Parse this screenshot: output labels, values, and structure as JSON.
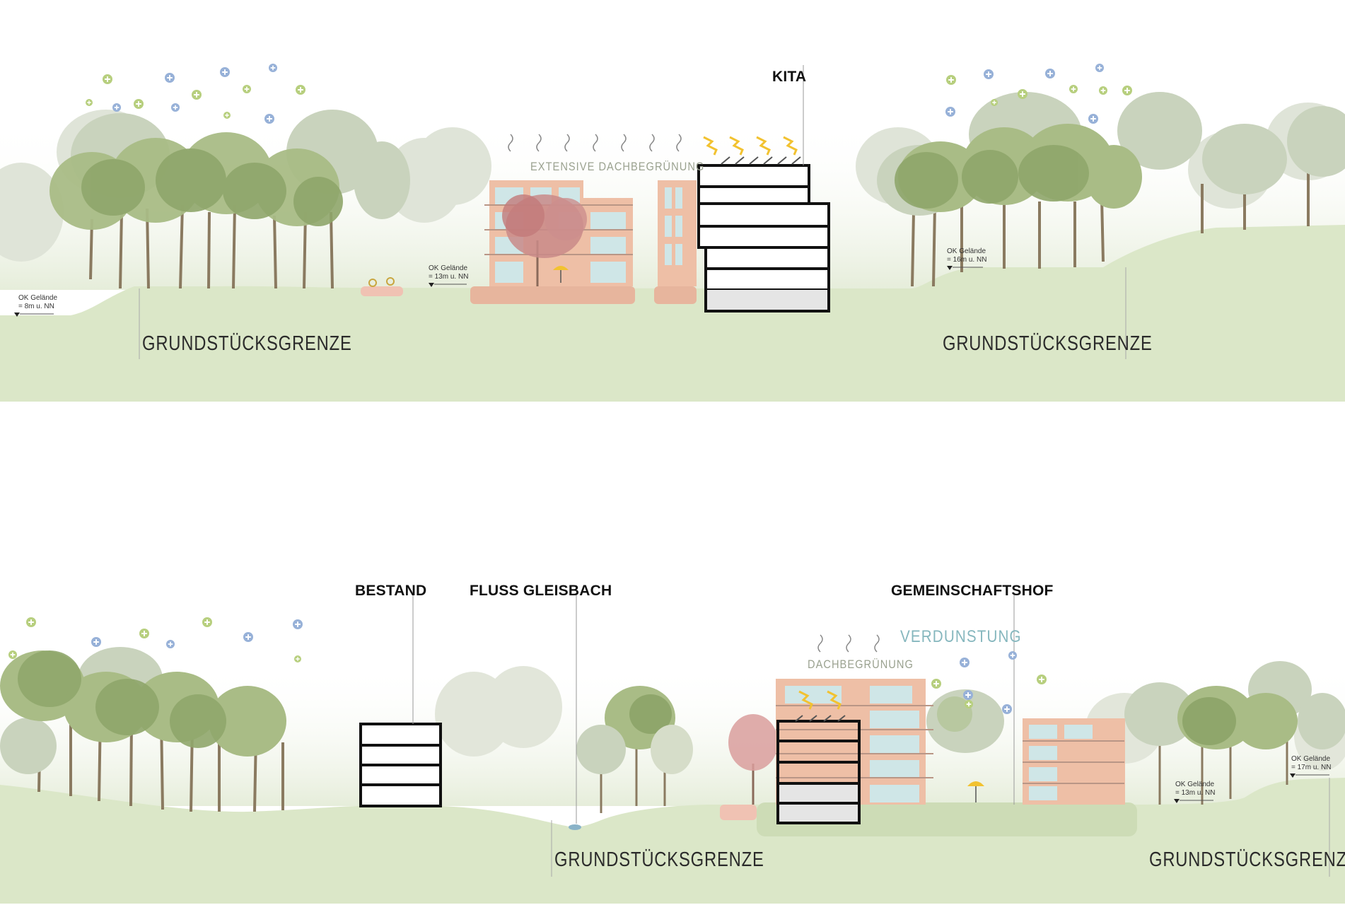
{
  "section_top": {
    "labels": {
      "kita": "KITA",
      "extensive_dachbegruenung": "EXTENSIVE DACHBEGRÜNUNG",
      "boundary_left": "GRUNDSTÜCKSGRENZE",
      "boundary_right": "GRUNDSTÜCKSGRENZE"
    },
    "level_markers": [
      {
        "line1": "OK Gelände",
        "line2": "= 8m u. NN"
      },
      {
        "line1": "OK Gelände",
        "line2": "= 13m u. NN"
      },
      {
        "line1": "OK Gelände",
        "line2": "= 16m u. NN"
      }
    ]
  },
  "section_bottom": {
    "labels": {
      "bestand": "BESTAND",
      "fluss": "FLUSS GLEISBACH",
      "gemeinschaftshof": "GEMEINSCHAFTSHOF",
      "verdunstung": "VERDUNSTUNG",
      "dachbegruenung": "DACHBEGRÜNUNG",
      "boundary_left": "GRUNDSTÜCKSGRENZE",
      "boundary_right": "GRUNDSTÜCKSGRENZE"
    },
    "level_markers": [
      {
        "line1": "OK Gelände",
        "line2": "= 13m u. NN"
      },
      {
        "line1": "OK Gelände",
        "line2": "= 17m u. NN"
      }
    ]
  },
  "colors": {
    "ground": "#dbe7c8",
    "ground_dark": "#cddcb6",
    "tree_green": "#8fa66b",
    "tree_pale": "#c9d3bd",
    "tree_red": "#c98a88",
    "building": "#eebfa6",
    "glass": "#cfe6e7",
    "plus_green": "#b7cf7e",
    "plus_blue": "#97b1d8",
    "sun": "#f2c230",
    "verdunstung": "#86b7be"
  },
  "icons": [
    "plus-circle-icon",
    "sun-ray-icon",
    "vapor-icon",
    "level-marker-icon",
    "bicycle-icon",
    "umbrella-icon"
  ]
}
